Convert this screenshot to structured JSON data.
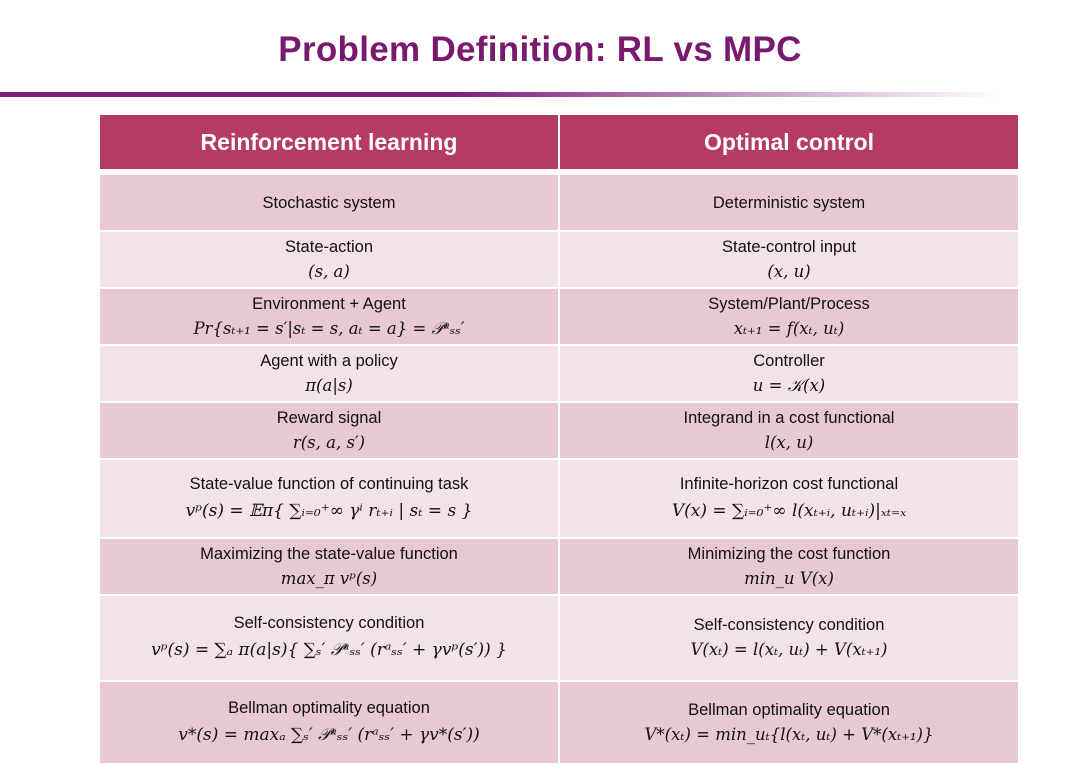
{
  "slide": {
    "title": "Problem Definition: RL vs MPC"
  },
  "table": {
    "headers": [
      "Reinforcement learning",
      "Optimal control"
    ],
    "rows": [
      {
        "left": {
          "label": "Stochastic system",
          "math": ""
        },
        "right": {
          "label": "Deterministic system",
          "math": ""
        }
      },
      {
        "left": {
          "label": "State-action",
          "math": "(s, a)"
        },
        "right": {
          "label": "State-control input",
          "math": "(x, u)"
        }
      },
      {
        "left": {
          "label": "Environment + Agent",
          "math": "Pr{sₜ₊₁ = s′|sₜ = s, aₜ = a} = 𝒫ᵃₛₛ′"
        },
        "right": {
          "label": "System/Plant/Process",
          "math": "xₜ₊₁ = f(xₜ, uₜ)"
        }
      },
      {
        "left": {
          "label": "Agent with a policy",
          "math": "π(a|s)"
        },
        "right": {
          "label": "Controller",
          "math": "u = 𝒦(x)"
        }
      },
      {
        "left": {
          "label": "Reward signal",
          "math": "r(s, a, s′)"
        },
        "right": {
          "label": "Integrand in a cost functional",
          "math": "l(x, u)"
        }
      },
      {
        "left": {
          "label": "State-value function of continuing task",
          "math": "vᵖ(s) = 𝔼π{ ∑ᵢ₌₀⁺∞ γⁱ rₜ₊ᵢ | sₜ = s }"
        },
        "right": {
          "label": "Infinite-horizon cost functional",
          "math": "V(x) = ∑ᵢ₌₀⁺∞ l(xₜ₊ᵢ, uₜ₊ᵢ)|ₓₜ₌ₓ"
        }
      },
      {
        "left": {
          "label": "Maximizing the state-value function",
          "math": "max_π vᵖ(s)"
        },
        "right": {
          "label": "Minimizing the cost function",
          "math": "min_u V(x)"
        }
      },
      {
        "left": {
          "label": "Self-consistency condition",
          "math": "vᵖ(s) = ∑ₐ π(a|s){ ∑ₛ′ 𝒫ᵃₛₛ′ (rᵃₛₛ′ + γvᵖ(s′)) }"
        },
        "right": {
          "label": "Self-consistency condition",
          "math": "V(xₜ) = l(xₜ, uₜ) + V(xₜ₊₁)"
        }
      },
      {
        "left": {
          "label": "Bellman optimality equation",
          "math": "v*(s) = maxₐ ∑ₛ′ 𝒫ᵃₛₛ′ (rᵃₛₛ′ + γv*(s′))"
        },
        "right": {
          "label": "Bellman optimality equation",
          "math": "V*(xₜ) = min_uₜ{l(xₜ, uₜ) + V*(xₜ₊₁)}"
        }
      }
    ]
  },
  "colors": {
    "title": "#7a1a6e",
    "header_bg": "#b53a66",
    "row_dark": "#e8c8d2",
    "row_light": "#f3e2e8"
  }
}
